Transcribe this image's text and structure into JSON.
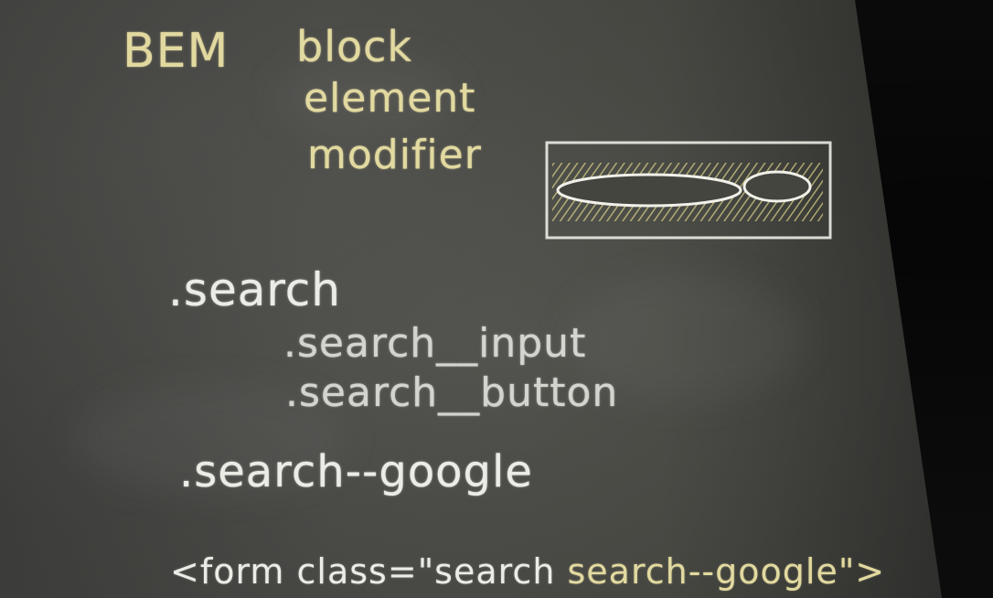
{
  "board": {
    "heading": {
      "title": "BEM",
      "words": [
        "block",
        "element",
        "modifier"
      ]
    },
    "code": {
      "block": ".search",
      "element_input": ".search__input",
      "element_button": ".search__button",
      "modifier": ".search--google"
    },
    "markup_line": {
      "part1": "<form class=\"",
      "part2": "search",
      "part3": " search--google\">"
    }
  },
  "colors": {
    "board": "#44443f",
    "chalk_white": "#ecece6",
    "chalk_yellow": "#e2d9a0"
  }
}
